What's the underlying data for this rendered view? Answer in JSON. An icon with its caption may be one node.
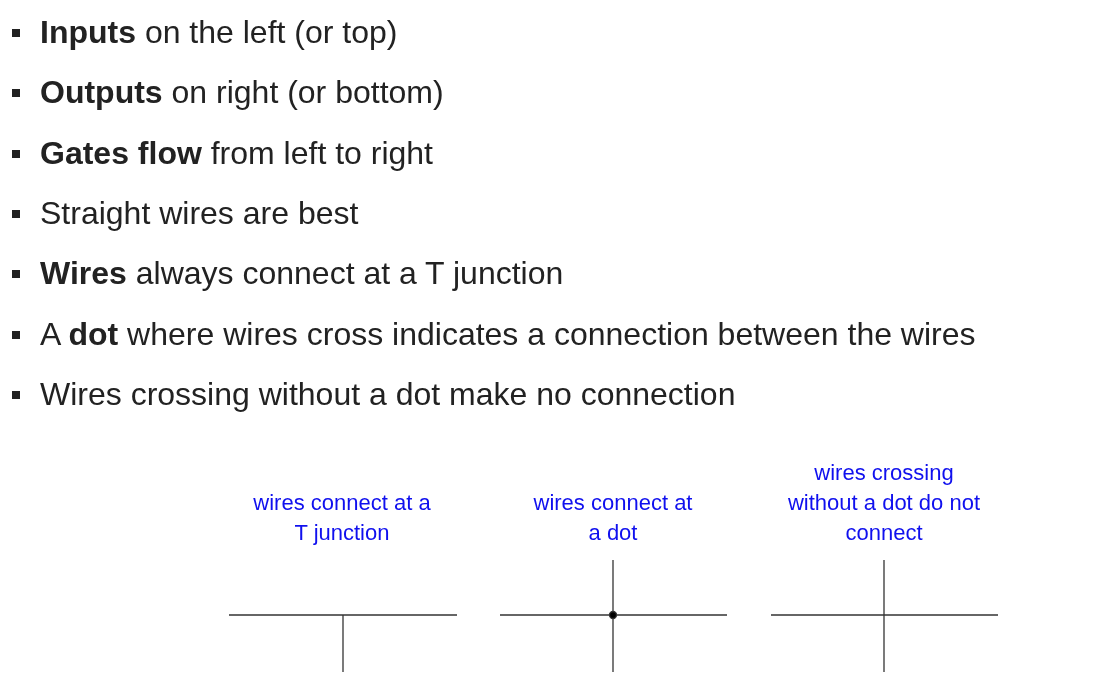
{
  "diagram": {
    "labels": [
      "**Inputs** on the left (or top)",
      "**Outputs** on right (or bottom)",
      "**Gates flow** from left to right",
      "Straight wires are best",
      "**Wires** always connect at a T junction",
      "A **dot** where wires cross indicates a connection between the wires",
      "Wires crossing without a dot make no connection",
      "wires connect at a T junction",
      "wires connect at a dot",
      "wires crossing without a dot do not connect"
    ]
  }
}
